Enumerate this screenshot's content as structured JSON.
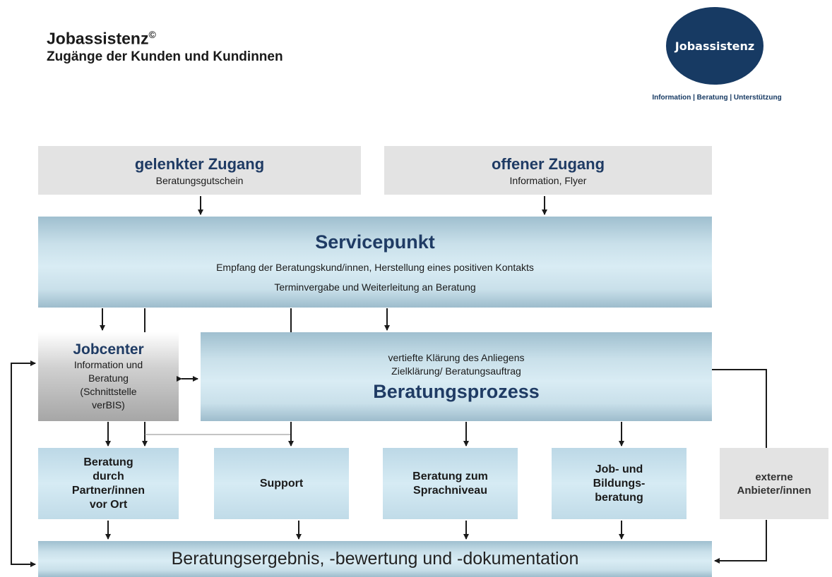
{
  "header": {
    "title": "Jobassistenz",
    "title_mark": "©",
    "subtitle": "Zugänge der Kunden und Kundinnen"
  },
  "logo": {
    "name": "Jobassistenz",
    "tagline": "Information | Beratung | Unterstützung",
    "color": "#173a63"
  },
  "access": {
    "guided": {
      "title": "gelenkter Zugang",
      "subtitle": "Beratungsgutschein"
    },
    "open": {
      "title": "offener Zugang",
      "subtitle": "Information, Flyer"
    }
  },
  "servicepunkt": {
    "title": "Servicepunkt",
    "line1": "Empfang der Beratungskund/innen, Herstellung eines positiven Kontakts",
    "line2": "Terminvergabe und Weiterleitung an Beratung"
  },
  "jobcenter": {
    "title": "Jobcenter",
    "lines": [
      "Information und",
      "Beratung",
      "(Schnittstelle",
      "verBIS)"
    ]
  },
  "beratungsprozess": {
    "line1": "vertiefte Klärung des Anliegens",
    "line2": "Zielklärung/ Beratungsauftrag",
    "title": "Beratungsprozess"
  },
  "services": [
    {
      "lines": [
        "Beratung",
        "durch",
        "Partner/innen",
        "vor Ort"
      ]
    },
    {
      "lines": [
        "Support"
      ]
    },
    {
      "lines": [
        "Beratung zum",
        "Sprachniveau"
      ]
    },
    {
      "lines": [
        "Job- und",
        "Bildungs-",
        "beratung"
      ]
    }
  ],
  "extern": {
    "lines": [
      "externe",
      "Anbieter/innen"
    ]
  },
  "result": {
    "title": "Beratungsergebnis, -bewertung und -dokumentation"
  },
  "colors": {
    "grey_box": "#e3e3e3",
    "blue_box": "#c9e0ea",
    "navy_text": "#1f3b64",
    "arrow": "#1a1a1a"
  }
}
